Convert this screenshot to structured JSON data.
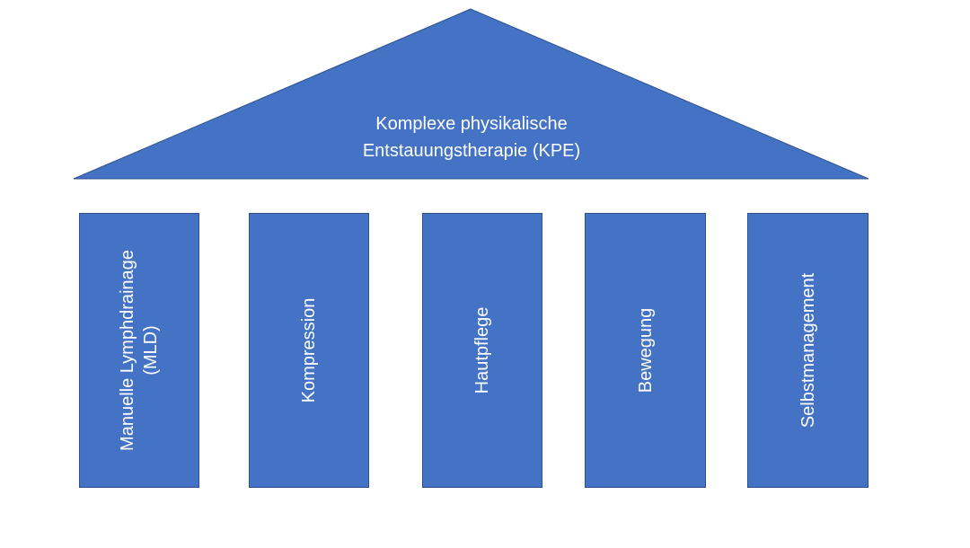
{
  "colors": {
    "fill": "#4472c4",
    "stroke": "#2f528f",
    "text": "#ffffff"
  },
  "roof": {
    "title_line1": "Komplexe physikalische",
    "title_line2": "Entstauungstherapie (KPE)"
  },
  "pillars": [
    {
      "line1": "Manuelle Lymphdrainage",
      "line2": "(MLD)"
    },
    {
      "line1": "Kompression",
      "line2": ""
    },
    {
      "line1": "Hautpflege",
      "line2": ""
    },
    {
      "line1": "Bewegung",
      "line2": ""
    },
    {
      "line1": "Selbstmanagement",
      "line2": ""
    }
  ]
}
